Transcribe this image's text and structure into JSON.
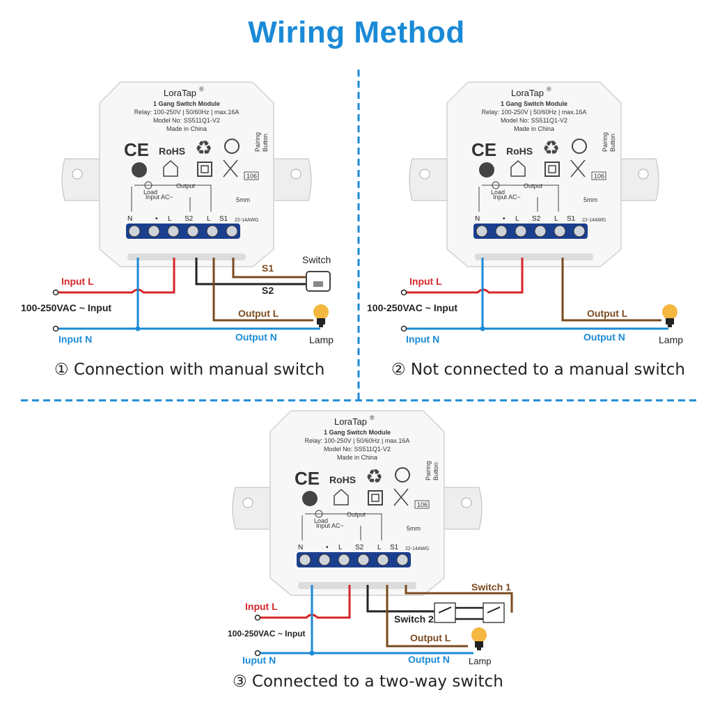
{
  "title": "Wiring Method",
  "colors": {
    "accent": "#1a8ad6",
    "live": "#d6262a",
    "neutral": "#1a8ad6",
    "output": "#7a4a1e",
    "terminal": "#1b3f8f"
  },
  "module": {
    "brand": "LoraTap",
    "reg": "®",
    "name": "1 Gang  Switch Module",
    "relay": "Relay: 100-250V | 50/60Hz | max.16A",
    "model": "Model No: SS511Q1-V2",
    "made": "Made in China",
    "pairing": "Pairing",
    "button": "Button",
    "badge": "106",
    "load": "Load",
    "output": "Output",
    "input_ac": "Input  AC~",
    "wire_len": "5mm",
    "awg": "22-14AWG",
    "ce": "CE",
    "rohs": "RoHS",
    "terminals": [
      "N",
      "•",
      "L",
      "S2",
      "L",
      "S1"
    ]
  },
  "panel1": {
    "caption": "① Connection with manual switch",
    "input_l": "Input L",
    "voltage": "100-250VAC ~ Input",
    "input_n": "Input N",
    "output_l": "Output L",
    "output_n": "Output N",
    "s1": "S1",
    "s2": "S2",
    "switch": "Switch",
    "lamp": "Lamp"
  },
  "panel2": {
    "caption": "② Not connected to a manual switch",
    "input_l": "Input L",
    "voltage": "100-250VAC ~ Input",
    "input_n": "Input N",
    "output_l": "Output L",
    "output_n": "Output N",
    "lamp": "Lamp"
  },
  "panel3": {
    "caption": "③ Connected to a two-way switch",
    "input_l": "Input L",
    "voltage": "100-250VAC ~ Input",
    "input_n": "Iuput N",
    "output_l": "Output L",
    "output_n": "Output N",
    "switch1": "Switch 1",
    "switch2": "Switch 2",
    "lamp": "Lamp"
  }
}
